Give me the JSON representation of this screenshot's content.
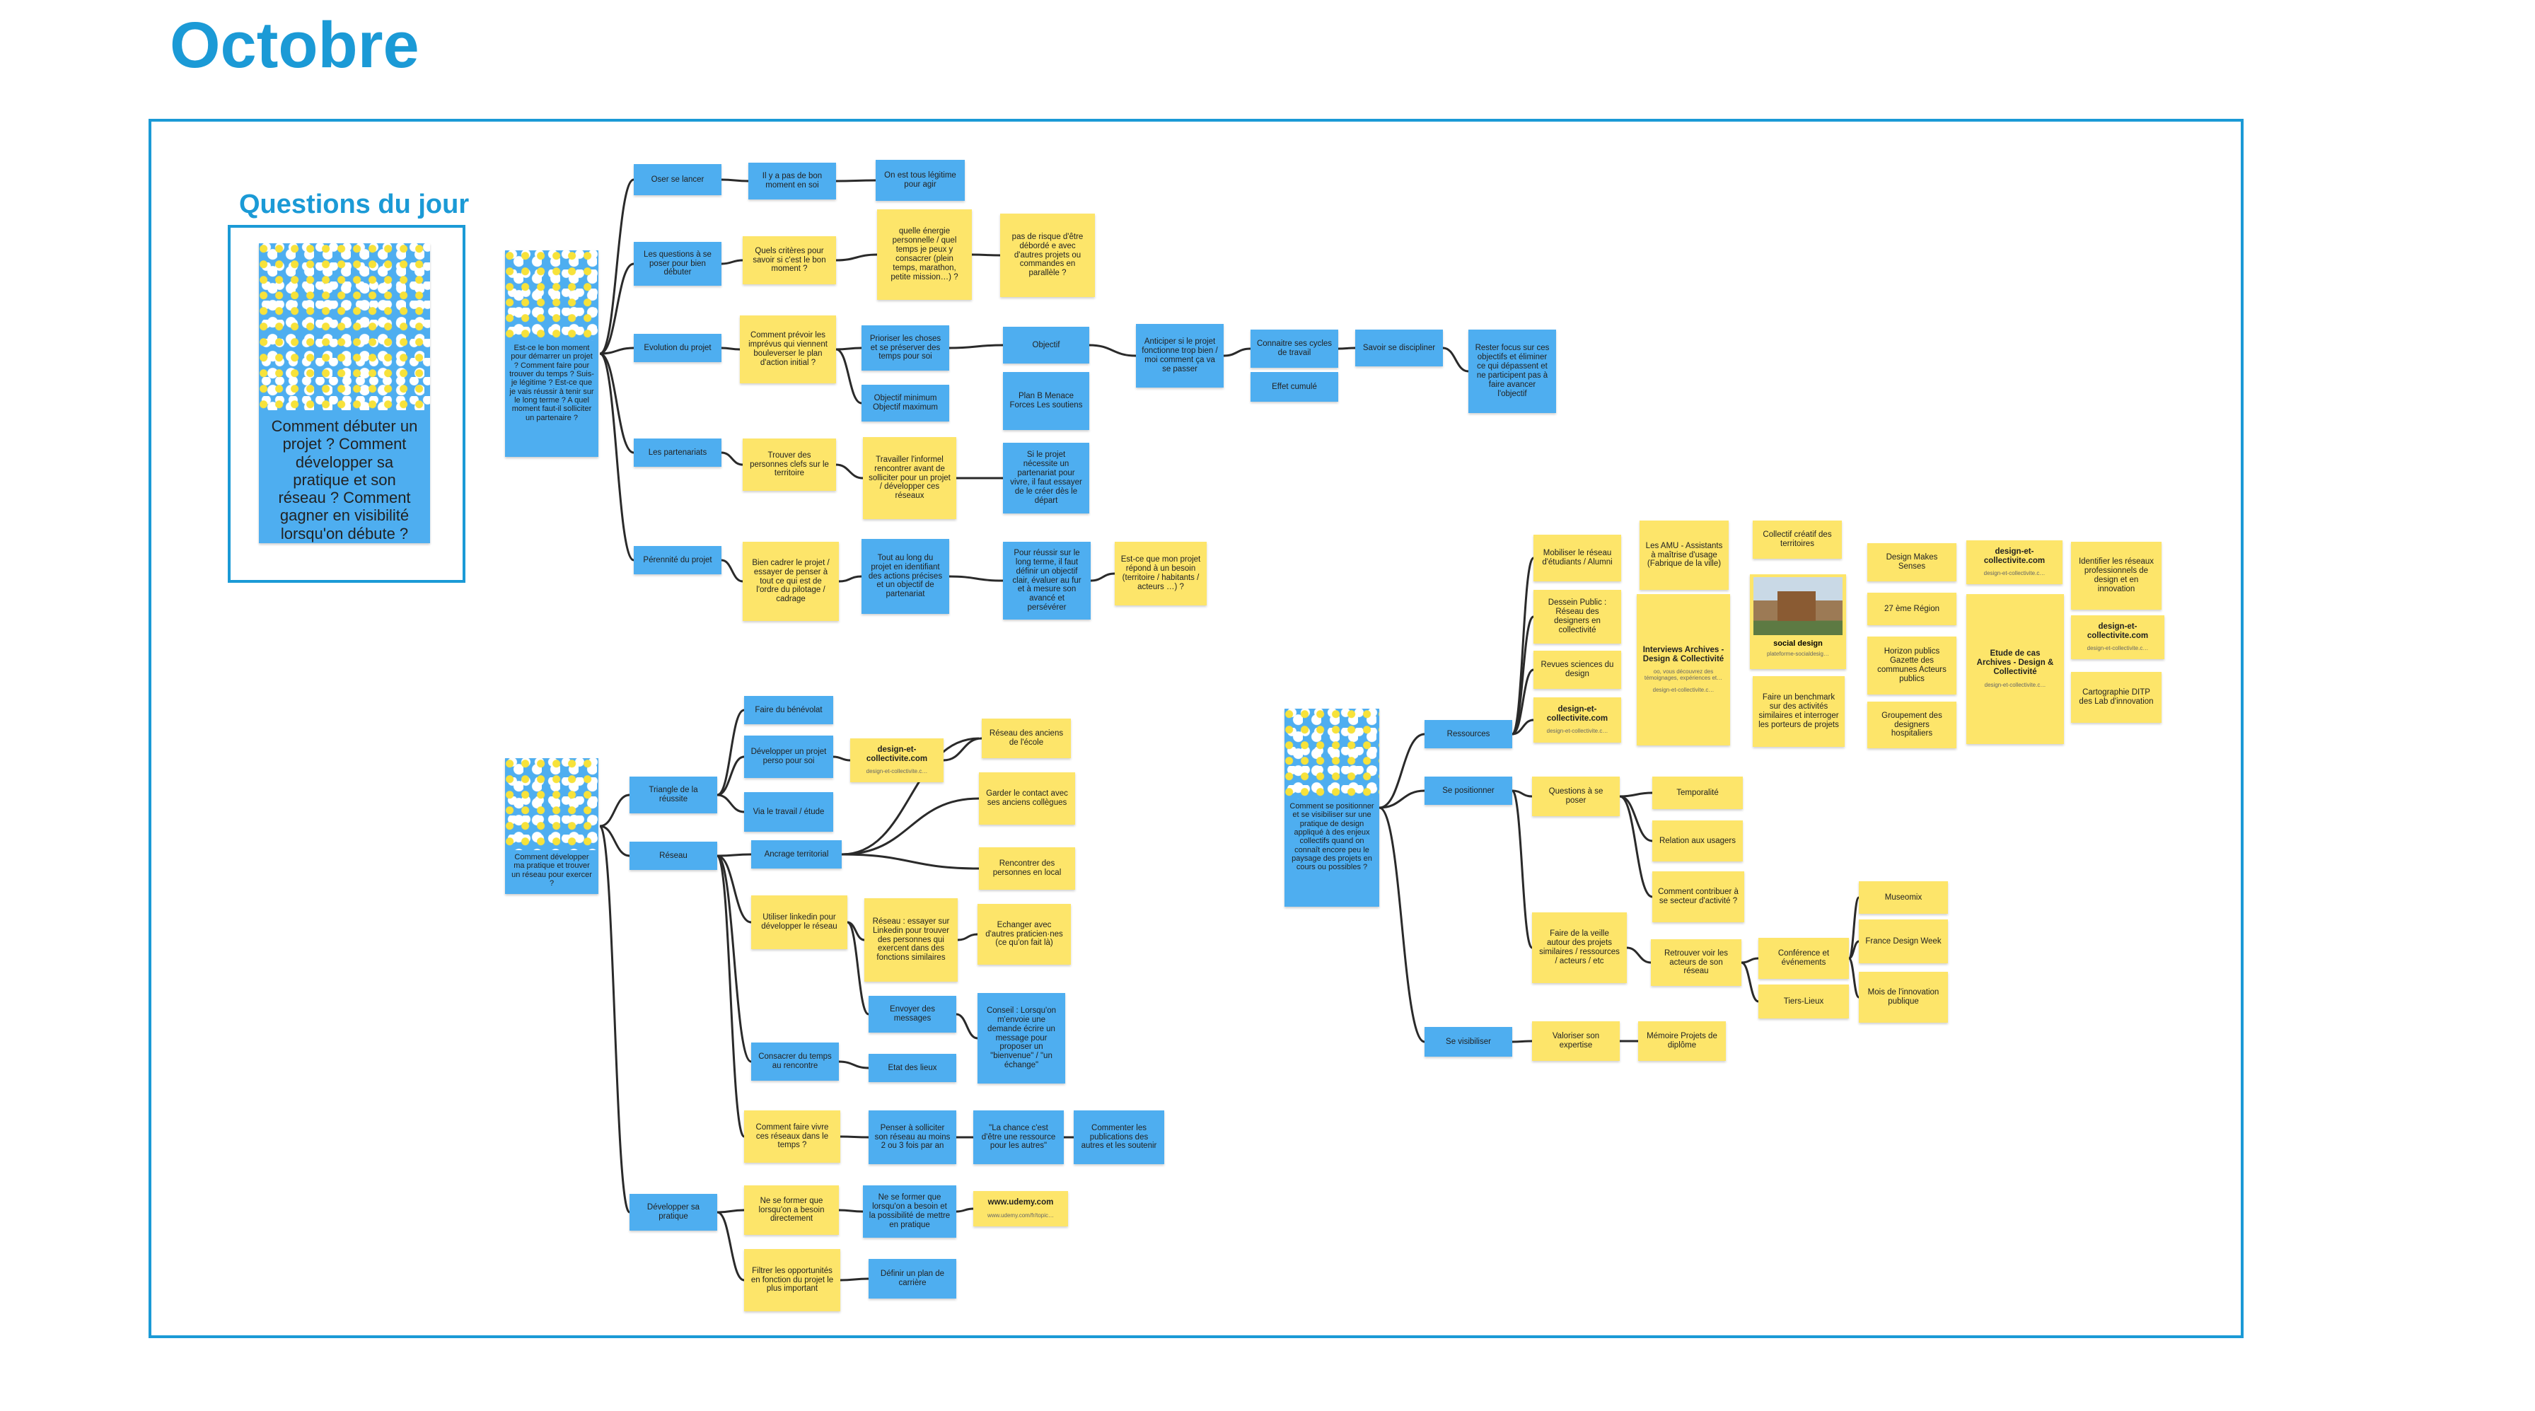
{
  "page": {
    "title": "Octobre"
  },
  "questions": {
    "title": "Questions du jour",
    "card_text": "Comment débuter un projet ? Comment développer sa pratique et son réseau ? Comment gagner en visibilité lorsqu'on débute ?"
  },
  "maps": {
    "m1": {
      "root": "Est-ce le bon moment pour démarrer un projet ? Comment faire pour trouver du temps ? Suis-je légitime ? Est-ce que je vais réussir à tenir sur le long terme ? A quel moment faut-il solliciter un partenaire ?",
      "oser": "Oser se lancer",
      "oser_a": "Il y a pas de bon moment en soi",
      "oser_b": "On est tous légitime pour agir",
      "questions": "Les questions à se poser pour bien débuter",
      "q_criteres": "Quels critères pour savoir si c'est le bon moment ?",
      "q_energie": "quelle énergie personnelle / quel temps je peux y consacrer (plein temps, marathon, petite mission…) ?",
      "q_risque": "pas de risque d'être débordé e avec d'autres projets ou commandes en parallèle ?",
      "evolution": "Evolution du projet",
      "ev_imprevus": "Comment prévoir les imprévus qui viennent bouleverser le plan d'action initial ?",
      "ev_prioriser": "Prioriser les choses et se préserver des temps pour soi",
      "ev_objectif_min": "Objectif minimum Objectif maximum",
      "ev_objectif": "Objectif",
      "ev_planb": "Plan B Menace Forces Les soutiens",
      "ev_anticiper": "Anticiper si le projet fonctionne trop bien / moi comment ça va se passer",
      "ev_cycles": "Connaitre ses cycles de travail",
      "ev_effet": "Effet cumulé",
      "ev_discipliner": "Savoir se discipliner",
      "ev_rester": "Rester focus sur ces objectifs et éliminer ce qui dépassent et ne participent pas à faire avancer l'objectif",
      "partenaires": "Les partenariats",
      "pa_trouver": "Trouver des personnes clefs sur le territoire",
      "pa_travailler": "Travailler l'informel rencontrer avant de solliciter pour un projet / développer ces réseaux",
      "pa_si": "Si le projet nécessite un partenariat pour vivre, il faut essayer de le créer dès le départ",
      "perennite": "Pérennité du projet",
      "pe_cadrer": "Bien cadrer le projet / essayer de penser à tout ce qui est de l'ordre du pilotage / cadrage",
      "pe_tout": "Tout au long du projet en identifiant des actions précises et un objectif de partenariat",
      "pe_pour": "Pour réussir sur le long terme, il faut définir un objectif clair, évaluer au fur et à mesure son avancé et persévérer",
      "pe_estce": "Est-ce que mon projet répond à un besoin (territoire / habitants / acteurs …) ?"
    },
    "m2": {
      "root": "Comment développer ma pratique et trouver un réseau pour exercer ?",
      "triangle": "Triangle de la réussite",
      "tr_benevolat": "Faire du bénévolat",
      "tr_developper": "Développer un projet perso pour soi",
      "tr_vie": "Via le travail / étude",
      "tr_link_title": "design-et-collectivite.com",
      "tr_link_sub": "design-et-collectivite.c…",
      "tr_reseau_anciens": "Réseau des anciens de l'école",
      "reseau": "Réseau",
      "re_ancrage": "Ancrage territorial",
      "re_garder": "Garder le contact avec ses anciens collègues",
      "re_rencontrer": "Rencontrer des personnes en local",
      "re_linkedin": "Utiliser linkedin pour développer le réseau",
      "re_reseau_essayer": "Réseau : essayer sur Linkedin pour trouver des personnes qui exercent dans des fonctions similaires",
      "re_echanger": "Echanger avec d'autres praticien·nes (ce qu'on fait là)",
      "re_envoyer": "Envoyer des messages",
      "re_conseil": "Conseil : Lorsqu'on m'envoie une demande écrire un message pour proposer un \"bienvenue\" / \"un échange\"",
      "re_consacrer": "Consacrer du temps au rencontre",
      "re_etat": "Etat des lieux",
      "re_comment": "Comment faire vivre ces réseaux dans le temps ?",
      "re_penser": "Penser à solliciter son réseau au moins 2 ou 3 fois par an",
      "re_chance": "\"La chance c'est d'être une ressource pour les autres\"",
      "re_commenter": "Commenter les publications des autres et les soutenir",
      "developper": "Développer sa pratique",
      "de_former": "Ne se former que lorsqu'on a besoin directement",
      "de_former2": "Ne se former que lorsqu'on a besoin et la possibilité de mettre en pratique",
      "de_udemy_title": "www.udemy.com",
      "de_udemy_sub": "www.udemy.com/fr/topic…",
      "de_filtrer": "Filtrer les opportunités en fonction du projet le plus important",
      "de_definir": "Définir un plan de carrière"
    },
    "m3": {
      "root": "Comment se positionner et se visibiliser sur une pratique de design appliqué à des enjeux collectifs quand on connaît encore peu le paysage des projets en cours ou possibles ?",
      "ressources": "Ressources",
      "r_mobiliser": "Mobiliser le réseau d'étudiants / Alumni",
      "r_dessein": "Dessein Public : Réseau des designers en collectivité",
      "r_revues": "Revues sciences du design",
      "r_link1_title": "design-et-collectivite.com",
      "r_link1_sub": "design-et-collectivite.c…",
      "r_amu": "Les AMU - Assistants à maîtrise d'usage (Fabrique de la ville)",
      "r_interviews_title": "Interviews Archives - Design & Collectivité",
      "r_interviews_desc": "oo, vous découvrez des témoignages, expériences et…",
      "r_interviews_sub": "design-et-collectivite.c…",
      "r_collectif": "Collectif créatif des territoires",
      "r_social_title": "social design",
      "r_social_sub": "plateforme-socialdesig…",
      "r_benchmark": "Faire un benchmark sur des activités similaires et interroger les porteurs de projets",
      "r_design_makes": "Design Makes Senses",
      "r_27": "27 ème Région",
      "r_horizon": "Horizon publics Gazette des communes Acteurs publics",
      "r_groupement": "Groupement des designers hospitaliers",
      "r_link2_title": "design-et-collectivite.com",
      "r_link2_sub": "design-et-collectivite.c…",
      "r_etude_title": "Etude de cas Archives - Design & Collectivité",
      "r_etude_sub": "design-et-collectivite.c…",
      "r_identifier": "Identifier les réseaux professionnels de design et en innovation",
      "r_link3_title": "design-et-collectivite.com",
      "r_link3_sub": "design-et-collectivite.c…",
      "r_cartographie": "Cartographie DITP des Lab d'innovation",
      "positionner": "Se positionner",
      "po_questions": "Questions à se poser",
      "po_temporalite": "Temporalité",
      "po_relation": "Relation aux usagers",
      "po_comment": "Comment contribuer à se secteur d'activité ?",
      "po_veille": "Faire de la veille autour des projets similaires / ressources / acteurs / etc",
      "po_retrouver": "Retrouver voir les acteurs de son réseau",
      "po_conference": "Conférence et événements",
      "po_tiers": "Tiers-Lieux",
      "po_museomix": "Museomix",
      "po_france": "France Design Week",
      "po_mois": "Mois de l'innovation publique",
      "visibiliser": "Se visibiliser",
      "vi_valoriser": "Valoriser son expertise",
      "vi_memoire": "Mémoire Projets de diplôme"
    }
  },
  "colors": {
    "accent": "#1b9ad6",
    "note_blue": "#4eaef0",
    "note_yellow": "#fde56a",
    "connector": "#2a2a2a"
  }
}
